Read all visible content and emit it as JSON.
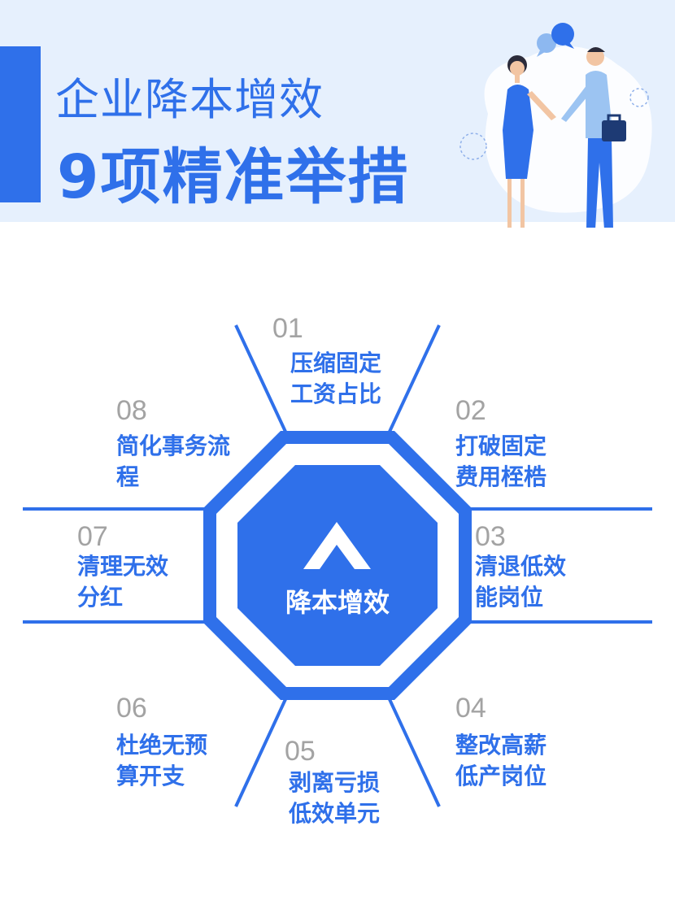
{
  "header": {
    "title_line1": "企业降本增效",
    "title_line2": "9项精准举措"
  },
  "center": {
    "label": "降本增效"
  },
  "items": [
    {
      "num": "01",
      "line1": "压缩固定",
      "line2": "工资占比"
    },
    {
      "num": "02",
      "line1": "打破固定",
      "line2": "费用桎梏"
    },
    {
      "num": "03",
      "line1": "清退低效",
      "line2": "能岗位"
    },
    {
      "num": "04",
      "line1": "整改高薪",
      "line2": "低产岗位"
    },
    {
      "num": "05",
      "line1": "剥离亏损",
      "line2": "低效单元"
    },
    {
      "num": "06",
      "line1": "杜绝无预",
      "line2": "算开支"
    },
    {
      "num": "07",
      "line1": "清理无效",
      "line2": "分红"
    },
    {
      "num": "08",
      "line1": "简化事务流",
      "line2": "程"
    }
  ],
  "colors": {
    "accent": "#2f70ea",
    "header_bg": "#e6f0fd",
    "number_gray": "#a3a3a3"
  },
  "icons": [
    "chevron-up-icon",
    "speech-bubble-icon",
    "briefcase-icon"
  ]
}
